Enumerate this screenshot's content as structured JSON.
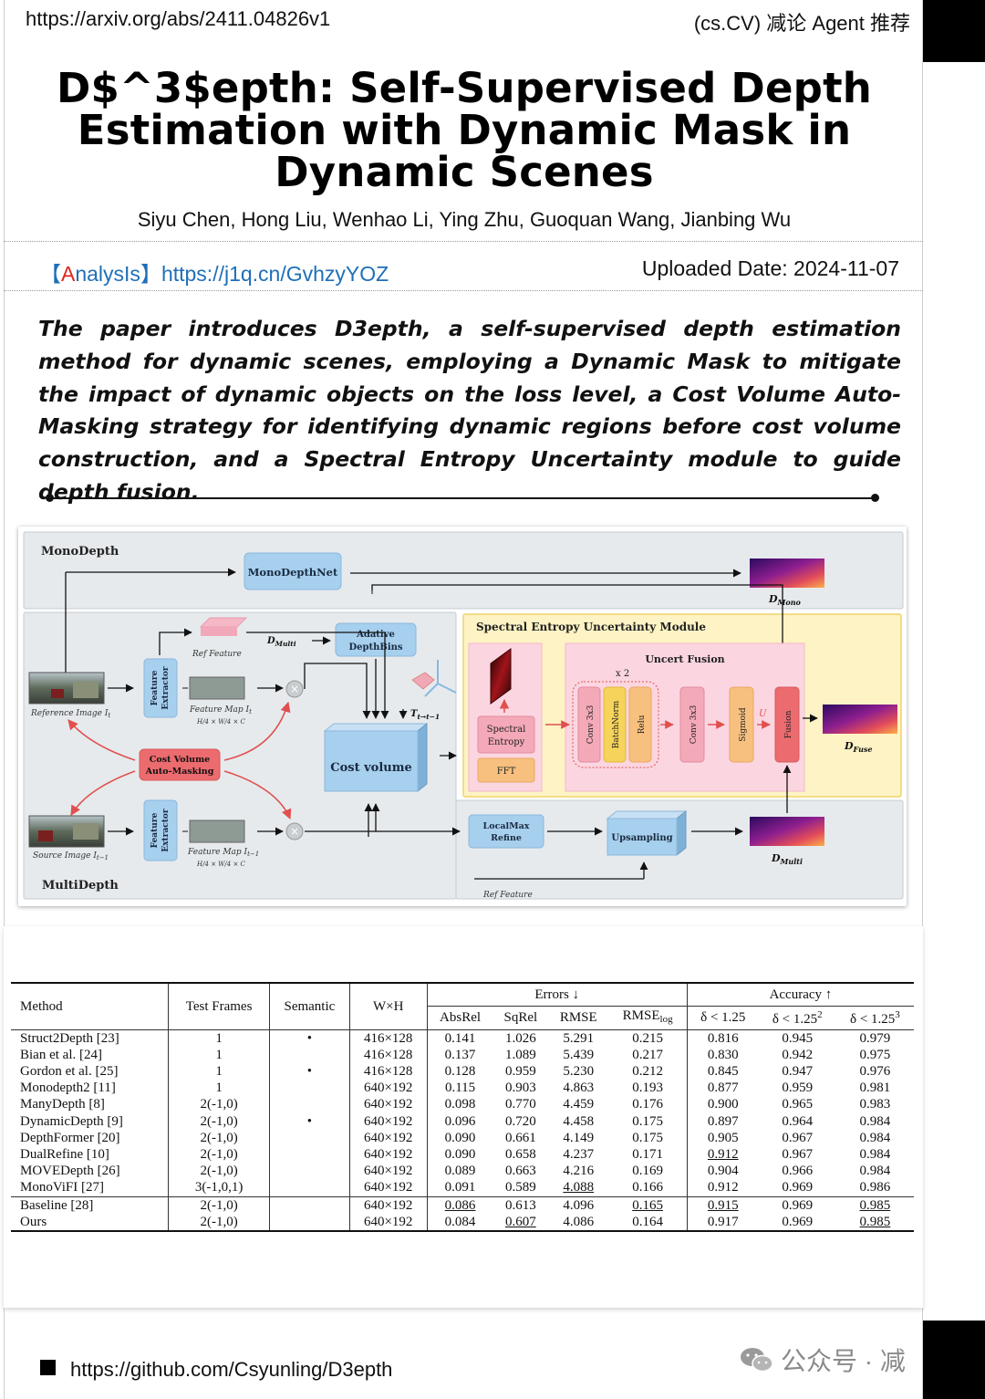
{
  "header": {
    "url": "https://arxiv.org/abs/2411.04826v1",
    "tag": "(cs.CV) 减论 Agent 推荐"
  },
  "paper": {
    "title": "D$^3$epth: Self-Supervised Depth Estimation with Dynamic Mask in Dynamic Scenes",
    "authors": "Siyu Chen, Hong Liu, Wenhao Li, Ying Zhu, Guoquan Wang, Jianbing Wu"
  },
  "analysis": {
    "bracket_open": "【",
    "label_a": "A",
    "label_rest": "nalysIs",
    "bracket_close": "】",
    "link": "https://j1q.cn/GvhzyYOZ",
    "uploaded": "Uploaded Date: 2024-11-07"
  },
  "abstract": "The paper introduces D3epth, a self-supervised depth estimation method for dynamic scenes, employing a Dynamic Mask to mitigate the impact of dynamic objects on the loss level, a Cost Volume Auto-Masking strategy for identifying dynamic regions before cost volume construction, and a Spectral Entropy Uncertainty module to guide depth fusion.",
  "figure": {
    "monodepth_label": "MonoDepth",
    "multidepth_label": "MultiDepth",
    "monodepthnet": "MonoDepthNet",
    "d_mono": "D",
    "d_mono_sub": "Mono",
    "d_multi_top": "D",
    "d_multi_top_sub": "Multi",
    "d_multi": "D",
    "d_multi_sub": "Multi",
    "d_fuse": "D",
    "d_fuse_sub": "Fuse",
    "adaptive_bins": [
      "Adative",
      "DepthBins"
    ],
    "ref_feature": "Ref Feature",
    "ref_feature_bottom": "Ref Feature",
    "reference_image": "Reference Image I",
    "reference_image_sub": "t",
    "source_image": "Source Image I",
    "source_image_sub": "t−1",
    "feature_extractor": [
      "Feature",
      "Extractor"
    ],
    "feature_map_t": "Feature Map I",
    "feature_map_t_sub": "t",
    "feature_map_t1": "Feature Map I",
    "feature_map_t1_sub": "t−1",
    "feature_dims": "H/4 × W/4 × C",
    "cost_volume_auto_masking": [
      "Cost Volume",
      "Auto-Masking"
    ],
    "cost_volume": "Cost volume",
    "pose": "T",
    "pose_sub": "t→t−1",
    "seu_module": "Spectral Entropy Uncertainty Module",
    "uncert_fusion": "Uncert Fusion",
    "x2": "x 2",
    "spectral_entropy": [
      "Spectral",
      "Entropy"
    ],
    "fft": "FFT",
    "conv3x3_a": "Conv 3x3",
    "batchnorm": "BatchNorm",
    "relu": "Relu",
    "conv3x3_b": "Conv 3x3",
    "sigmoid": "Sigmoid",
    "u_label": "U",
    "fusion": "Fusion",
    "localmax_refine": [
      "LocalMax",
      "Refine"
    ],
    "upsampling": "Upsampling",
    "colors": {
      "mono_bg": "#e8ecef",
      "multi_bg": "#e8ecef",
      "seu_bg": "#fdf3c4",
      "seu_border": "#f1d36a",
      "pink_bg": "#fbd6e1",
      "blue_box": "#a7cfee",
      "red_box": "#ec6b6e",
      "orange_box": "#f7c07f",
      "yellow_box": "#f6d35a"
    }
  },
  "table": {
    "columns": {
      "method": "Method",
      "test_frames": "Test Frames",
      "semantic": "Semantic",
      "wxh": "W×H",
      "errors_group": "Errors ↓",
      "accuracy_group": "Accuracy ↑",
      "absrel": "AbsRel",
      "sqrel": "SqRel",
      "rmse": "RMSE",
      "rmse_log": "RMSE",
      "rmse_log_sub": "log",
      "d1": "δ < 1.25",
      "d2": "δ < 1.25",
      "d2_sup": "2",
      "d3": "δ < 1.25",
      "d3_sup": "3"
    },
    "rows": [
      {
        "method": "Struct2Depth [23]",
        "frames": "1",
        "semantic": "•",
        "wxh": "416×128",
        "absrel": "0.141",
        "sqrel": "1.026",
        "rmse": "5.291",
        "rmselog": "0.215",
        "d1": "0.816",
        "d2": "0.945",
        "d3": "0.979"
      },
      {
        "method": "Bian et al. [24]",
        "frames": "1",
        "semantic": "",
        "wxh": "416×128",
        "absrel": "0.137",
        "sqrel": "1.089",
        "rmse": "5.439",
        "rmselog": "0.217",
        "d1": "0.830",
        "d2": "0.942",
        "d3": "0.975"
      },
      {
        "method": "Gordon et al. [25]",
        "frames": "1",
        "semantic": "•",
        "wxh": "416×128",
        "absrel": "0.128",
        "sqrel": "0.959",
        "rmse": "5.230",
        "rmselog": "0.212",
        "d1": "0.845",
        "d2": "0.947",
        "d3": "0.976"
      },
      {
        "method": "Monodepth2 [11]",
        "frames": "1",
        "semantic": "",
        "wxh": "640×192",
        "absrel": "0.115",
        "sqrel": "0.903",
        "rmse": "4.863",
        "rmselog": "0.193",
        "d1": "0.877",
        "d2": "0.959",
        "d3": "0.981"
      },
      {
        "method": "ManyDepth [8]",
        "frames": "2(-1,0)",
        "semantic": "",
        "wxh": "640×192",
        "absrel": "0.098",
        "sqrel": "0.770",
        "rmse": "4.459",
        "rmselog": "0.176",
        "d1": "0.900",
        "d2": "0.965",
        "d3": "0.983"
      },
      {
        "method": "DynamicDepth [9]",
        "frames": "2(-1,0)",
        "semantic": "•",
        "wxh": "640×192",
        "absrel": "0.096",
        "sqrel": "0.720",
        "rmse": "4.458",
        "rmselog": "0.175",
        "d1": "0.897",
        "d2": "0.964",
        "d3": "0.984"
      },
      {
        "method": "DepthFormer [20]",
        "frames": "2(-1,0)",
        "semantic": "",
        "wxh": "640×192",
        "absrel": "0.090",
        "sqrel": "0.661",
        "rmse": "4.149",
        "rmselog": "0.175",
        "d1": "0.905",
        "d2": "0.967",
        "d3": "0.984"
      },
      {
        "method": "DualRefine [10]",
        "frames": "2(-1,0)",
        "semantic": "",
        "wxh": "640×192",
        "absrel": "0.090",
        "sqrel": "0.658",
        "rmse": "4.237",
        "rmselog": "0.171",
        "d1": "0.912",
        "d2": "0.967",
        "d3": "0.984"
      },
      {
        "method": "MOVEDepth [26]",
        "frames": "2(-1,0)",
        "semantic": "",
        "wxh": "640×192",
        "absrel": "0.089",
        "sqrel": "0.663",
        "rmse": "4.216",
        "rmselog": "0.169",
        "d1": "0.904",
        "d2": "0.966",
        "d3": "0.984"
      },
      {
        "method": "MonoViFI [27]",
        "frames": "3(-1,0,1)",
        "semantic": "",
        "wxh": "640×192",
        "absrel": "0.091",
        "sqrel": "0.589",
        "rmse": "4.088",
        "rmselog": "0.166",
        "d1": "0.912",
        "d2": "0.969",
        "d3": "0.986"
      },
      {
        "method": "Baseline [28]",
        "frames": "2(-1,0)",
        "semantic": "",
        "wxh": "640×192",
        "absrel": "0.086",
        "sqrel": "0.613",
        "rmse": "4.096",
        "rmselog": "0.165",
        "d1": "0.915",
        "d2": "0.969",
        "d3": "0.985"
      },
      {
        "method": "Ours",
        "frames": "2(-1,0)",
        "semantic": "",
        "wxh": "640×192",
        "absrel": "0.084",
        "sqrel": "0.607",
        "rmse": "4.086",
        "rmselog": "0.164",
        "d1": "0.917",
        "d2": "0.969",
        "d3": "0.985"
      }
    ]
  },
  "footer": {
    "github": "https://github.com/Csyunling/D3epth",
    "wechat": "公众号 · 减"
  }
}
